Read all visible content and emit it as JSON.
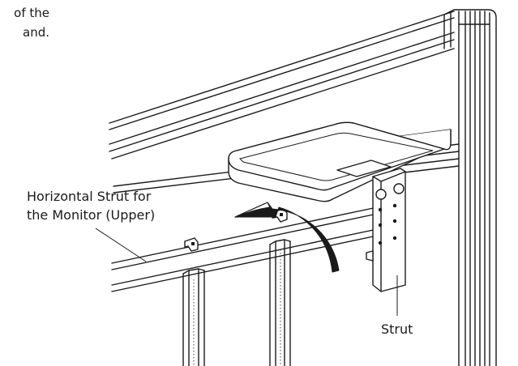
{
  "intro_text": {
    "line1": "of the",
    "line2": "and."
  },
  "callouts": {
    "upper_strut_line1": "Horizontal Strut for",
    "upper_strut_line2": "the Monitor (Upper)",
    "strut": "Strut"
  },
  "colors": {
    "line": "#1a1a1a",
    "background": "#ffffff"
  },
  "icons": {
    "rotation_arrow": "curved-arrow-icon"
  }
}
